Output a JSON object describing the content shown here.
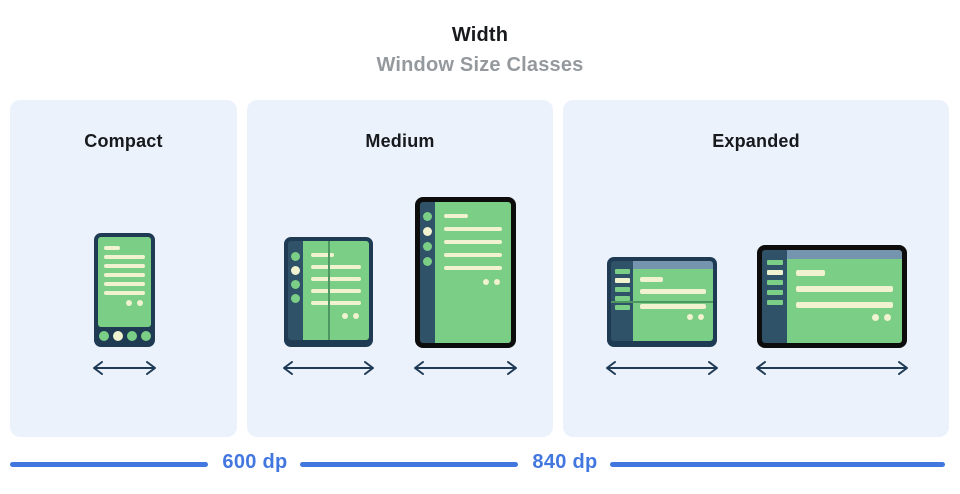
{
  "title": {
    "heading": "Width",
    "subtitle": "Window Size Classes"
  },
  "panels": [
    {
      "id": "compact",
      "label": "Compact",
      "devices": [
        "phone-portrait"
      ]
    },
    {
      "id": "medium",
      "label": "Medium",
      "devices": [
        "foldable-open-portrait",
        "tablet-portrait"
      ]
    },
    {
      "id": "expanded",
      "label": "Expanded",
      "devices": [
        "foldable-open-landscape",
        "tablet-landscape"
      ]
    }
  ],
  "ruler": {
    "breakpoints": [
      {
        "label": "600 dp"
      },
      {
        "label": "840 dp"
      }
    ]
  },
  "icons": [
    "width-arrow-icon",
    "phone-illustration",
    "foldable-portrait-illustration",
    "tablet-portrait-illustration",
    "foldable-landscape-illustration",
    "tablet-landscape-illustration"
  ],
  "colors": {
    "panel_bg": "#ECF2FB",
    "screen_green": "#7BCE85",
    "content_cream": "#F1F2CF",
    "frame_navy": "#1F3B54",
    "sidebar_navy": "#2F5269",
    "header_slate": "#7594AD",
    "frame_black": "#0D0D0D",
    "fold_line_green": "#4E9763",
    "arrow_navy": "#1F3A55",
    "ruler_blue": "#4377E0",
    "subtitle_gray": "#94999E",
    "heading_black": "#17191C"
  }
}
